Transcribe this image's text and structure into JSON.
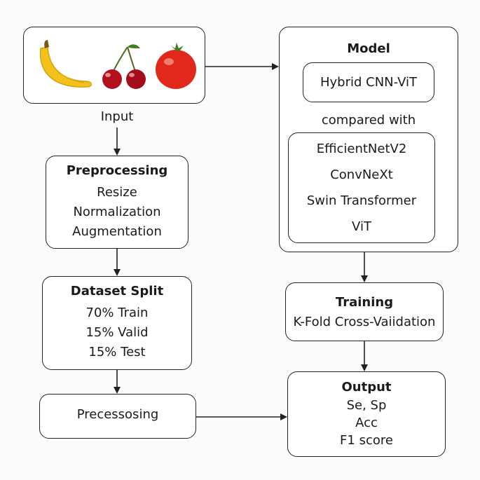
{
  "input": {
    "label": "Input",
    "images": [
      "banana-icon",
      "cherries-icon",
      "tomato-icon"
    ]
  },
  "preprocessing": {
    "title": "Preprocessing",
    "lines": [
      "Resize",
      "Normalization",
      "Augmentation"
    ]
  },
  "dataset_split": {
    "title": "Dataset Split",
    "lines": [
      "70% Train",
      "15% Valid",
      "15% Test"
    ]
  },
  "processing": {
    "label": "Precessosing"
  },
  "model": {
    "title": "Model",
    "main": "Hybrid CNN-ViT",
    "compared_label": "compared with",
    "baselines": [
      "EfficientNetV2",
      "ConvNeXt",
      "Swin Transformer",
      "ViT"
    ]
  },
  "training": {
    "title": "Training",
    "subtitle": "K-Fold Cross-Vaiidation"
  },
  "output": {
    "title": "Output",
    "lines": [
      "Se, Sp",
      "Acc",
      "F1 score"
    ]
  },
  "colors": {
    "stroke": "#222222",
    "banana": "#f2c21b",
    "cherry": "#b3101e",
    "tomato": "#e0281c",
    "leaf": "#3f7d1e"
  }
}
